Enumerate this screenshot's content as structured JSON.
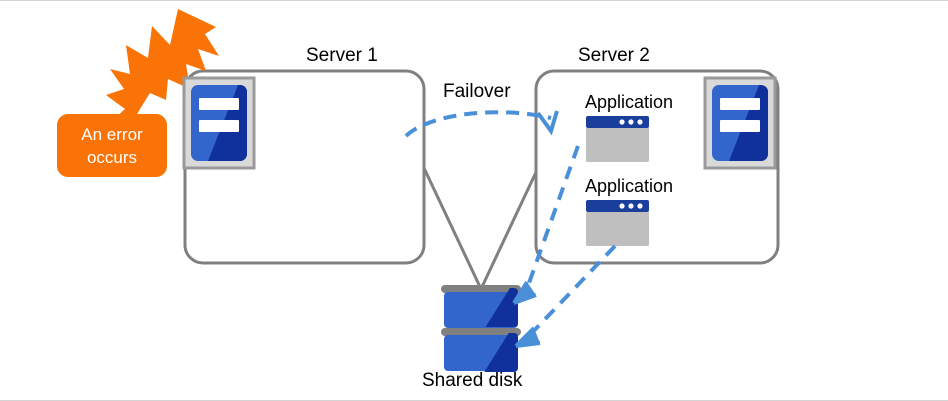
{
  "diagram": {
    "title_server1": "Server 1",
    "title_server2": "Server 2",
    "failover_label": "Failover",
    "shared_disk_label": "Shared disk",
    "error_line1": "An error",
    "error_line2": "occurs",
    "applications": [
      {
        "label": "Application"
      },
      {
        "label": "Application"
      }
    ],
    "icons": {
      "server": "server-icon",
      "application": "application-window-icon",
      "disk": "shared-disk-icon",
      "error": "error-burst-icon"
    },
    "colors": {
      "error_orange": "#F97306",
      "box_gray": "#808080",
      "icon_blue": "#3366CC",
      "icon_dark_blue": "#10309B",
      "app_titlebar_blue": "#1A3E9C",
      "app_body_gray": "#BFBFBF",
      "arrow_blue": "#4A90D9",
      "disk_rim_gray": "#808080",
      "text_black": "#000000"
    }
  }
}
